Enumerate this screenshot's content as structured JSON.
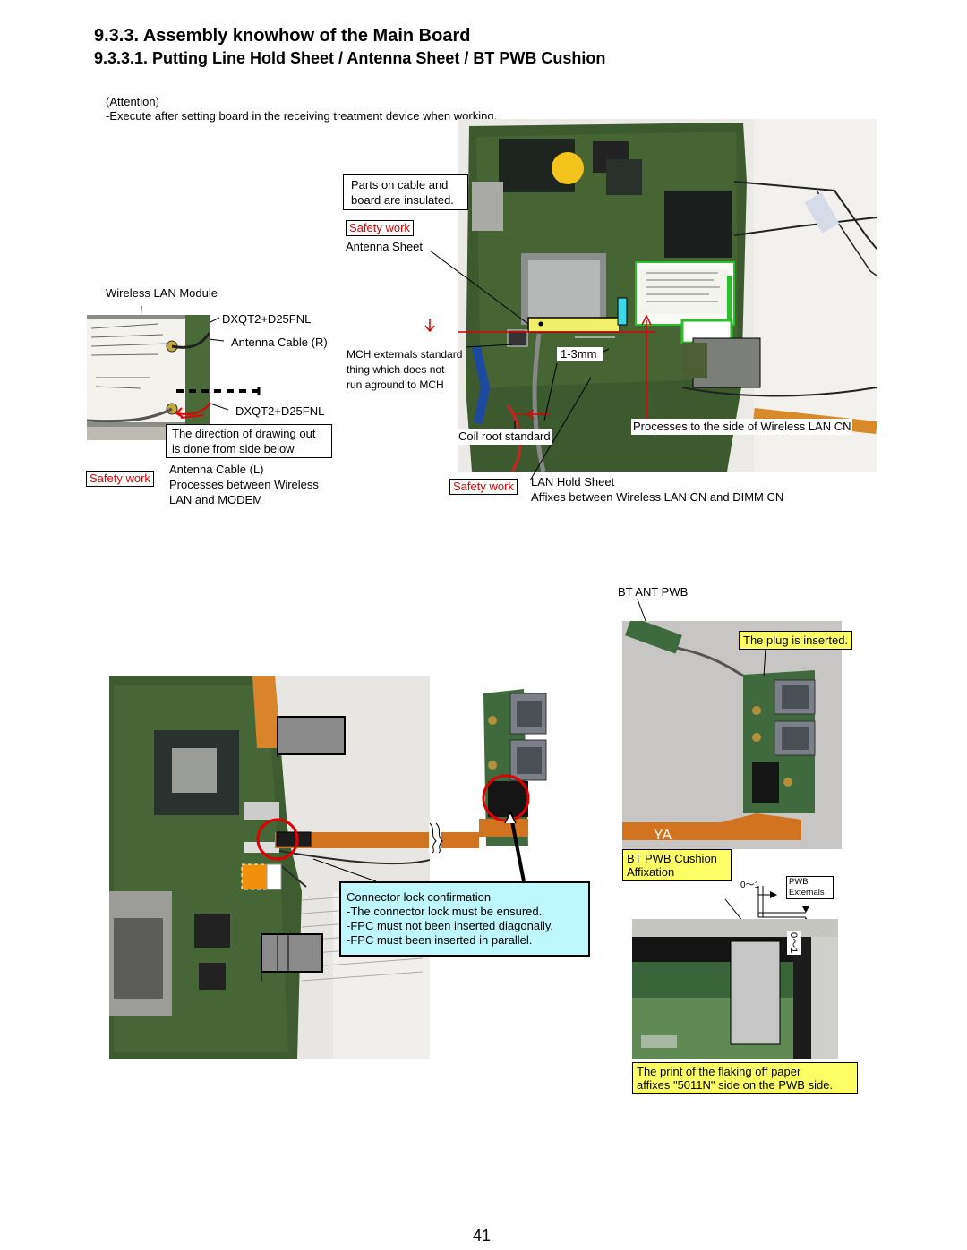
{
  "heading": {
    "title": "9.3.3. Assembly knowhow of the Main Board",
    "subtitle": "9.3.3.1. Putting Line Hold Sheet / Antenna Sheet / BT PWB Cushion"
  },
  "attention": {
    "label": "(Attention)",
    "text": "-Execute after setting board in the receiving treatment device when working."
  },
  "upper": {
    "parts_insulated": [
      "Parts on cable and",
      "board are insulated."
    ],
    "safety_work": "Safety work",
    "antenna_sheet": "Antenna Sheet",
    "wireless_lan_module": "Wireless LAN Module",
    "dxqt_top": "DXQT2+D25FNL",
    "antenna_cable_r": "Antenna Cable (R)",
    "dxqt_bottom": "DXQT2+D25FNL",
    "direction": [
      "The direction of drawing out",
      "is done from side below"
    ],
    "antenna_cable_l": [
      "Antenna Cable (L)",
      "Processes between Wireless",
      "LAN and MODEM"
    ],
    "mch": [
      "MCH externals standard",
      "thing which does not",
      "run aground to MCH"
    ],
    "one_three_mm": "1-3mm",
    "coil_root": "Coil root standard",
    "processes_side": "Processes to the side of Wireless LAN CN",
    "lan_hold_sheet": "LAN Hold Sheet",
    "affixes_between": "Affixes between Wireless LAN CN and DIMM CN"
  },
  "lower": {
    "bt_ant_pwb": "BT ANT PWB",
    "plug_inserted": "The plug is inserted.",
    "ya": "YA",
    "bt_cushion": [
      "BT PWB Cushion",
      "Affixation"
    ],
    "zero_one_h": "0〜1",
    "zero_one_v": "0〜1",
    "pwb_externals": [
      "PWB",
      "Externals"
    ],
    "connector": {
      "title": "Connector lock confirmation",
      "lines": [
        "-The connector lock must be ensured.",
        "-FPC must not been inserted diagonally.",
        "-FPC must been inserted in parallel."
      ]
    },
    "print_note": [
      "The print of the flaking off paper",
      "affixes \"5011N\" side on the PWB side."
    ]
  },
  "page_number": "41"
}
